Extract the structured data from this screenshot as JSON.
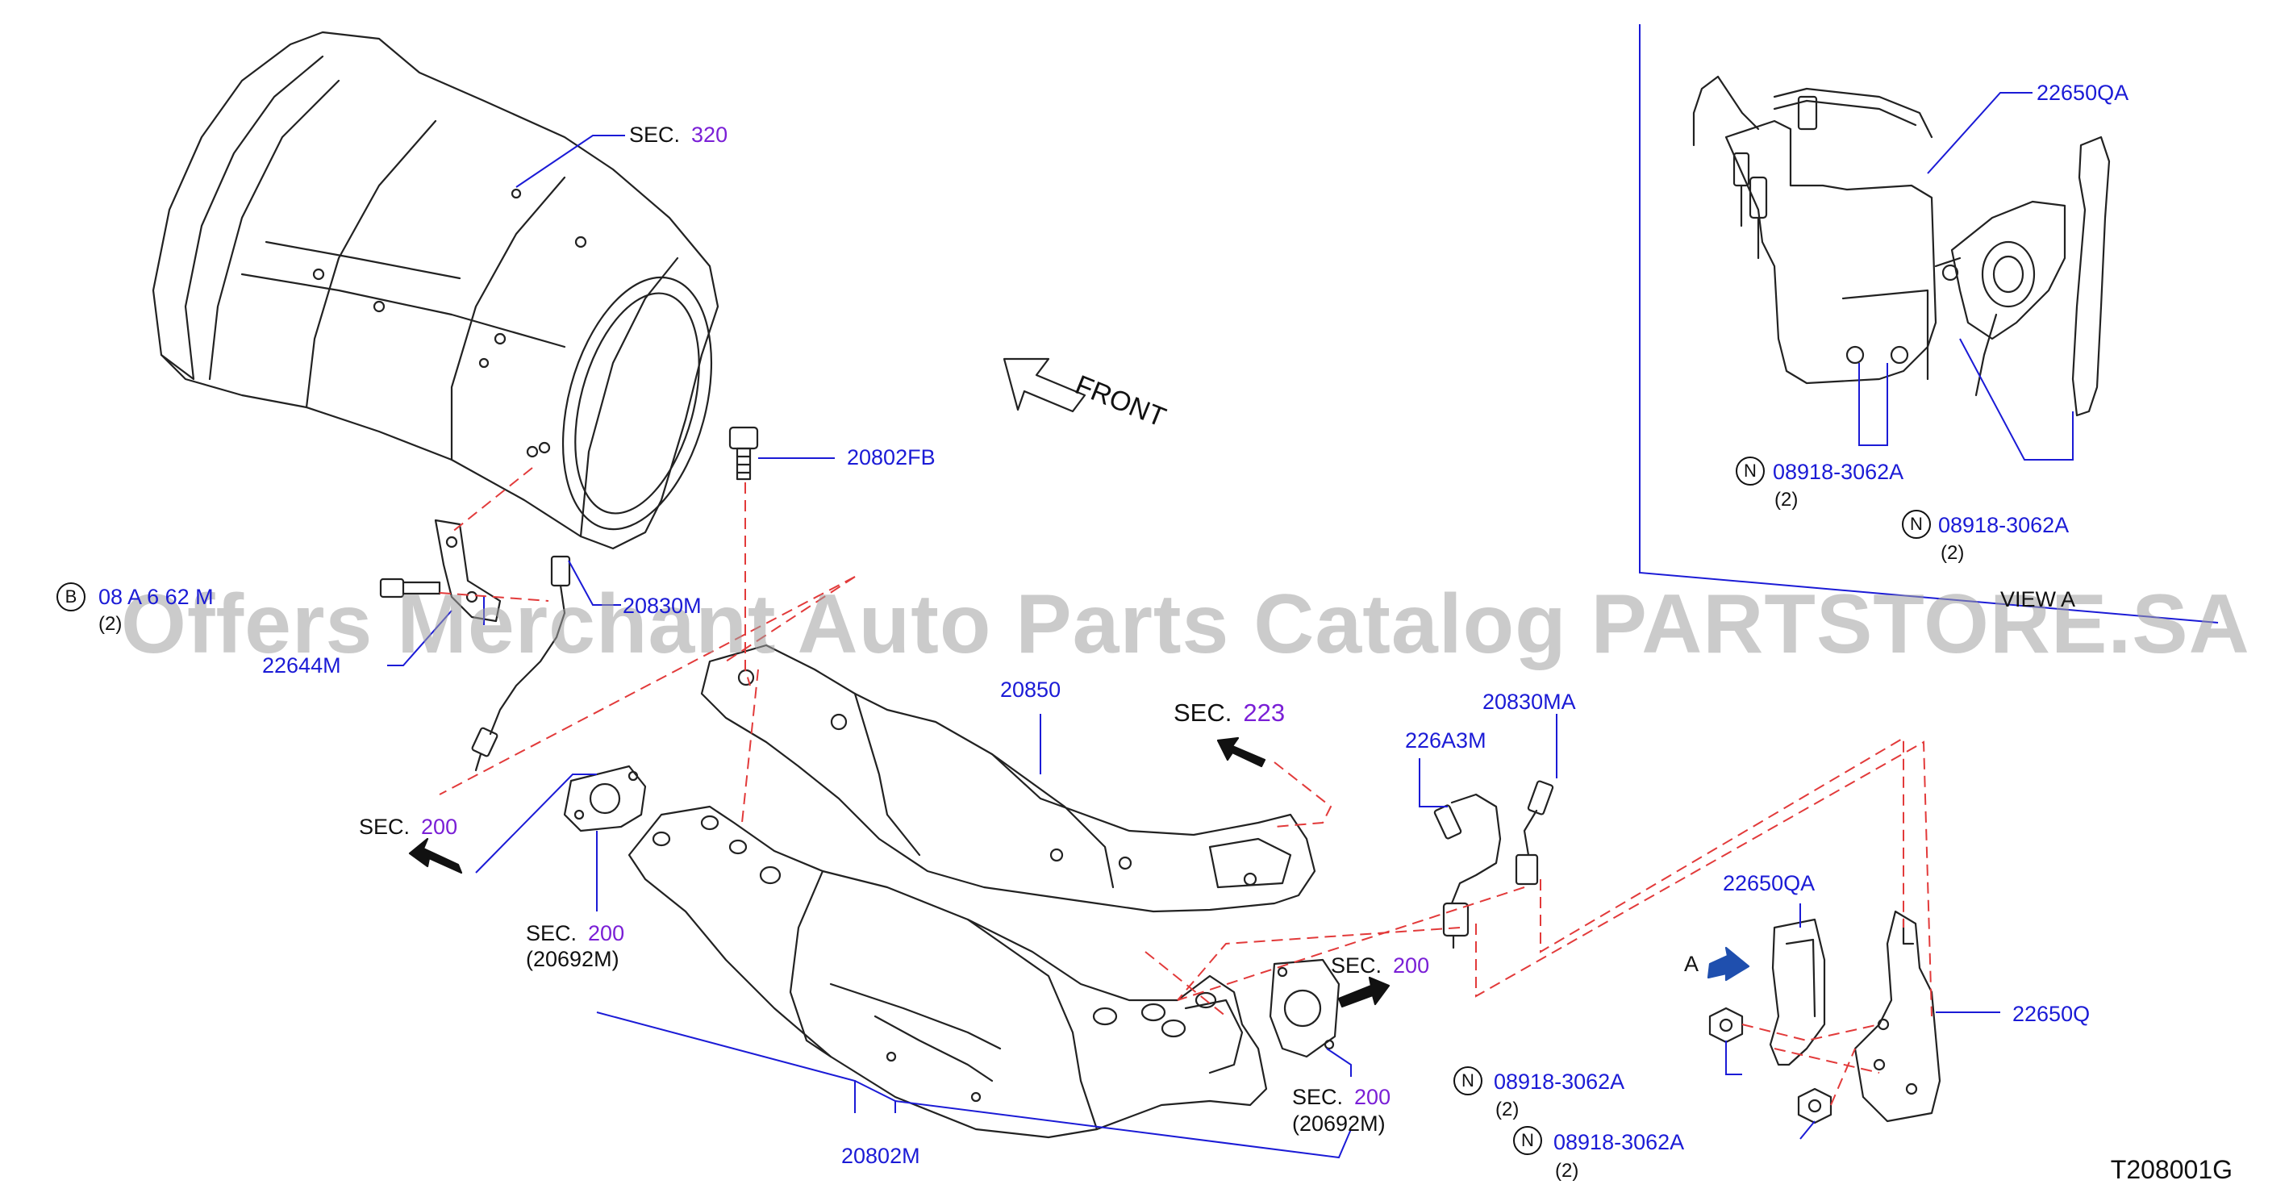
{
  "labels": {
    "sec_320": {
      "text": "SEC.",
      "num": "320"
    },
    "p20802FB": "20802FB",
    "front": "FRONT",
    "p22650QA_top": "22650QA",
    "p08918_a1": "08918-3062A",
    "p08918_a1_qty": "(2)",
    "p08918_a2": "08918-3062A",
    "p08918_a2_qty": "(2)",
    "b_bolt": "08 A 6 62 M",
    "b_bolt_qty": "(2)",
    "p20830M": "20830M",
    "p22644M": "22644M",
    "view_a": "VIEW A",
    "p20850": "20850",
    "sec_223": {
      "text": "SEC.",
      "num": "223"
    },
    "p226A3M": "226A3M",
    "p20830MA": "20830MA",
    "sec_200_left": {
      "text": "SEC.",
      "num": "200"
    },
    "sec_200_mid": {
      "text": "SEC.",
      "num": "200"
    },
    "p20692M_mid": "(20692M)",
    "sec_200_right": {
      "text": "SEC.",
      "num": "200"
    },
    "p22650QA_bottom": "22650QA",
    "arrow_a": "A",
    "p22650Q": "22650Q",
    "sec_200_low": {
      "text": "SEC.",
      "num": "200"
    },
    "p20692M_low": "(20692M)",
    "p08918_b1": "08918-3062A",
    "p08918_b1_qty": "(2)",
    "p08918_b2": "08918-3062A",
    "p08918_b2_qty": "(2)",
    "p20802M": "20802M",
    "drawing_code": "T208001G",
    "circle_n": "N",
    "circle_b": "B"
  },
  "watermark": "Offers Merchant Auto Parts Catalog PARTSTORE.SA",
  "colors": {
    "leader": "#1b1bd6",
    "part_number": "#1b1bd6",
    "section_number": "#7a1fd6",
    "dashed_guide": "#e23a3a",
    "line_art": "#222222"
  }
}
